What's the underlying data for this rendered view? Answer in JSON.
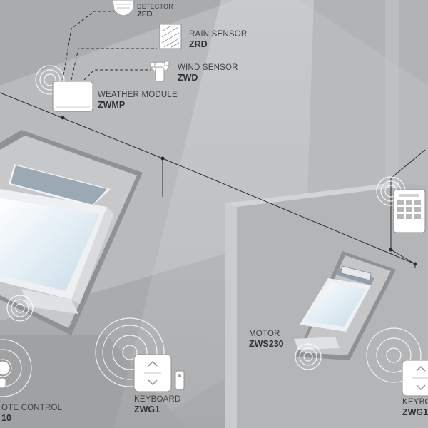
{
  "devices": {
    "smoke_detector": {
      "name": "DETECTOR",
      "code": "ZFD"
    },
    "rain_sensor": {
      "name": "RAIN SENSOR",
      "code": "ZRD"
    },
    "wind_sensor": {
      "name": "WIND SENSOR",
      "code": "ZWD"
    },
    "weather_module": {
      "name": "WEATHER MODULE",
      "code": "ZWMP"
    },
    "motor": {
      "name": "MOTOR",
      "code": "ZWS230"
    },
    "keyboard_left": {
      "name": "KEYBOARD",
      "code": "ZWG1"
    },
    "keyboard_right": {
      "name": "KEYBO",
      "code": "ZWG1"
    },
    "remote_control": {
      "name": "OTE CONTROL",
      "code": "10"
    }
  },
  "colors": {
    "background": "#a9abad",
    "wall": "#b7b9bb",
    "line": "#2b2b2d",
    "device": "#ffffff",
    "text": "#3a3b3d"
  }
}
